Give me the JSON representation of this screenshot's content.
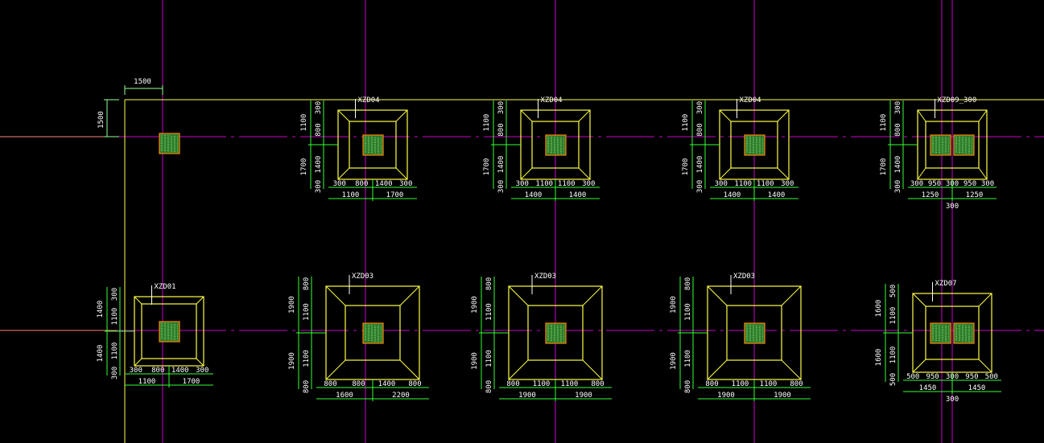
{
  "drawing": {
    "title": "Foundation plan - independent footings (CAD)",
    "colors": {
      "background": "#000000",
      "axis": "#cc00cc",
      "axis_offscreen": "#ff8080",
      "footing_outline": "#ffff44",
      "dimension": "#33ff33",
      "dimension_light": "#99ff99",
      "text": "#ffffff",
      "column_border": "#ff8800",
      "column_fill": "#2d7a2d"
    },
    "corner_dims": {
      "horizontal": "1500",
      "vertical": "1500"
    },
    "footings": [
      {
        "id": "f-top-2",
        "tag": "XZD04",
        "columns": 1,
        "v_outer": [
          "1100",
          "1700"
        ],
        "v_inner": [
          "300",
          "800",
          "1400",
          "300"
        ],
        "h_inner": [
          "300",
          "800",
          "1400",
          "300"
        ],
        "h_outer": [
          "1100",
          "1700"
        ],
        "h_extra": ""
      },
      {
        "id": "f-top-3",
        "tag": "XZD04",
        "columns": 1,
        "v_outer": [
          "1100",
          "1700"
        ],
        "v_inner": [
          "300",
          "800",
          "1400",
          "300"
        ],
        "h_inner": [
          "300",
          "1100",
          "1100",
          "300"
        ],
        "h_outer": [
          "1400",
          "1400"
        ],
        "h_extra": ""
      },
      {
        "id": "f-top-4",
        "tag": "XZD04",
        "columns": 1,
        "v_outer": [
          "1100",
          "1700"
        ],
        "v_inner": [
          "300",
          "800",
          "1400",
          "300"
        ],
        "h_inner": [
          "300",
          "1100",
          "1100",
          "300"
        ],
        "h_outer": [
          "1400",
          "1400"
        ],
        "h_extra": ""
      },
      {
        "id": "f-top-5",
        "tag": "XZD09_300",
        "columns": 2,
        "v_outer": [
          "1100",
          "1700"
        ],
        "v_inner": [
          "300",
          "800",
          "1400",
          "300"
        ],
        "h_inner": [
          "300",
          "950",
          "300",
          "950",
          "300"
        ],
        "h_outer": [
          "1250",
          "1250"
        ],
        "h_extra": "300"
      },
      {
        "id": "f-bot-1",
        "tag": "XZD01",
        "columns": 1,
        "v_outer": [
          "1400",
          "1400"
        ],
        "v_inner": [
          "300",
          "1100",
          "1100",
          "300"
        ],
        "h_inner": [
          "300",
          "800",
          "1400",
          "300"
        ],
        "h_outer": [
          "1100",
          "1700"
        ],
        "h_extra": ""
      },
      {
        "id": "f-bot-2",
        "tag": "XZD03",
        "columns": 1,
        "v_outer": [
          "1900",
          "1900"
        ],
        "v_inner": [
          "800",
          "1100",
          "1100",
          "800"
        ],
        "h_inner": [
          "800",
          "800",
          "1400",
          "800"
        ],
        "h_outer": [
          "1600",
          "2200"
        ],
        "h_extra": ""
      },
      {
        "id": "f-bot-3",
        "tag": "XZD03",
        "columns": 1,
        "v_outer": [
          "1900",
          "1900"
        ],
        "v_inner": [
          "800",
          "1100",
          "1100",
          "800"
        ],
        "h_inner": [
          "800",
          "1100",
          "1100",
          "800"
        ],
        "h_outer": [
          "1900",
          "1900"
        ],
        "h_extra": ""
      },
      {
        "id": "f-bot-4",
        "tag": "XZD03",
        "columns": 1,
        "v_outer": [
          "1900",
          "1900"
        ],
        "v_inner": [
          "800",
          "1100",
          "1100",
          "800"
        ],
        "h_inner": [
          "800",
          "1100",
          "1100",
          "800"
        ],
        "h_outer": [
          "1900",
          "1900"
        ],
        "h_extra": ""
      },
      {
        "id": "f-bot-5",
        "tag": "XZD07",
        "columns": 2,
        "v_outer": [
          "1600",
          "1600"
        ],
        "v_inner": [
          "500",
          "1100",
          "1100",
          "500"
        ],
        "h_inner": [
          "500",
          "950",
          "300",
          "950",
          "500"
        ],
        "h_outer": [
          "1450",
          "1450"
        ],
        "h_extra": "300"
      }
    ]
  }
}
